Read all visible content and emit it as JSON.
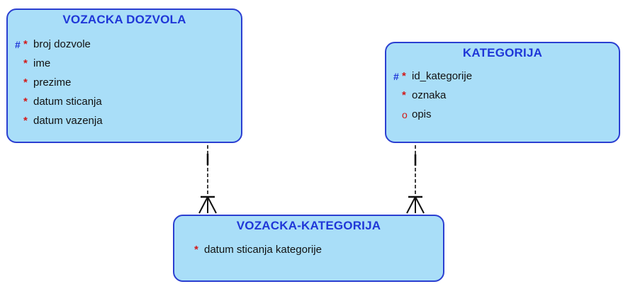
{
  "entities": {
    "vozacka_dozvola": {
      "title": "VOZACKA DOZVOLA",
      "attributes": [
        {
          "key": "#",
          "required": "*",
          "name": "broj dozvole"
        },
        {
          "key": "",
          "required": "*",
          "name": "ime"
        },
        {
          "key": "",
          "required": "*",
          "name": "prezime"
        },
        {
          "key": "",
          "required": "*",
          "name": "datum sticanja"
        },
        {
          "key": "",
          "required": "*",
          "name": "datum vazenja"
        }
      ]
    },
    "kategorija": {
      "title": "KATEGORIJA",
      "attributes": [
        {
          "key": "#",
          "required": "*",
          "name": "id_kategorije"
        },
        {
          "key": "",
          "required": "*",
          "name": "oznaka"
        },
        {
          "key": "",
          "optional": "o",
          "name": "opis"
        }
      ]
    },
    "vozacka_kategorija": {
      "title": "VOZACKA-KATEGORIJA",
      "attributes": [
        {
          "required": "*",
          "name": "datum sticanja kategorije"
        }
      ]
    }
  },
  "relationships": [
    {
      "from": "VOZACKA DOZVOLA",
      "to": "VOZACKA-KATEGORIJA",
      "from_cardinality": "one",
      "to_cardinality": "many"
    },
    {
      "from": "KATEGORIJA",
      "to": "VOZACKA-KATEGORIJA",
      "from_cardinality": "one",
      "to_cardinality": "many"
    }
  ],
  "colors": {
    "entity_fill": "#a9def8",
    "entity_border": "#2b3fd1",
    "title_text": "#1f37d8",
    "key_marker": "#1f37d8",
    "required_marker": "#d21919",
    "connector": "#111111"
  }
}
